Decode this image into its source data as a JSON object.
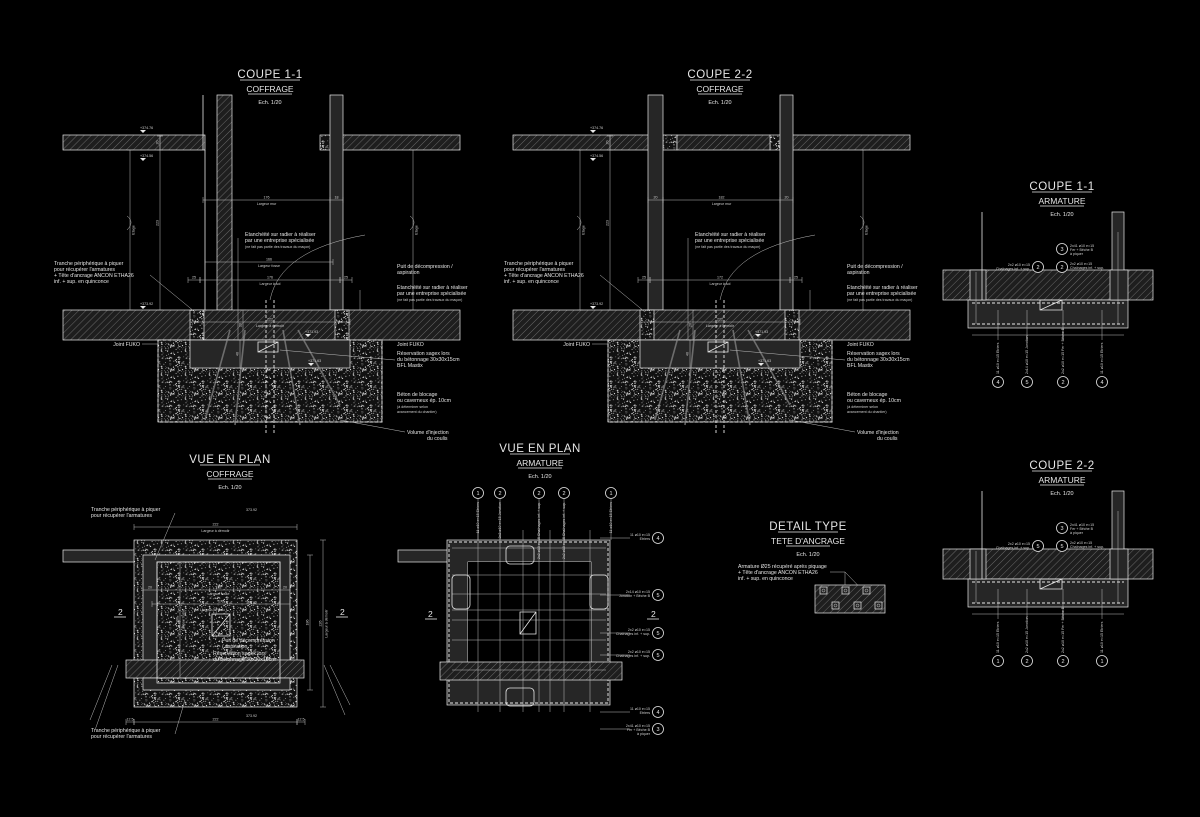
{
  "sheet": {
    "background": "#000000",
    "line_color": "#e8e8e8"
  },
  "coupe_1_1_coffrage": {
    "title": "COUPE 1-1",
    "subtitle": "COFFRAGE",
    "scale": "Ech. 1/20",
    "levels": [
      "+374.76",
      "+374.56",
      "+373.92",
      "+371.93",
      "+371.63"
    ],
    "dims": {
      "wall_a": "",
      "mur": "176",
      "wall_b": "18",
      "fosse": "166",
      "sol": "176",
      "left": "25",
      "right": "25",
      "demolir": "222",
      "hauteur": "223",
      "dalle": "20",
      "radier": "20",
      "prof": "40"
    },
    "labels": {
      "mur": "Largeur mur",
      "fosse": "Largeur fosse",
      "sol": "Largeur à sol",
      "demolir": "Largeur à démolir",
      "etage": "Etage"
    },
    "notes": {
      "tranche": [
        "Tranche périphérique à piquer",
        "pour récupérer l'armatures",
        "+ Tête d'ancrage ANCON ETHA26",
        "inf. + sup. en quinconce"
      ],
      "etancheite1": [
        "Etanchéité sur radier à réaliser",
        "par une entreprise spécialisée",
        "(ne fait pas partie des travaux du maçon)"
      ],
      "puit": [
        "Puit de décompression /",
        "aspiration"
      ],
      "etancheite2": [
        "Etanchéité sur radier à réaliser",
        "par une entreprise spécialisée",
        "(ne fait pas partie des travaux du maçon)"
      ],
      "joint_left": "Joint FUKO",
      "joint_right": "Joint FUKO",
      "reservation": [
        "Réservation sagex lors",
        "du bétonnage 30x30x15cm",
        "BFL Mastix"
      ],
      "beton": [
        "Béton de blocage",
        "ou caverneux ép. 10cm",
        "(à déterminer selon",
        "avancement du chantier)"
      ],
      "volume": [
        "Volume d'injection",
        "du coulis"
      ]
    }
  },
  "coupe_2_2_coffrage": {
    "title": "COUPE 2-2",
    "subtitle": "COFFRAGE",
    "scale": "Ech. 1/20",
    "levels": [
      "+374.76",
      "+374.56",
      "+373.92",
      "+371.93",
      "+371.63"
    ],
    "dims": {
      "wall_a": "20",
      "mur": "182",
      "wall_b": "20",
      "fosse": "",
      "sol": "172",
      "left": "25",
      "right": "25",
      "demolir": "222",
      "hauteur": "223",
      "dalle": "20",
      "radier": "20",
      "prof": "40"
    },
    "labels": {
      "mur": "Largeur mur",
      "fosse": "",
      "sol": "Largeur à sol",
      "demolir": "Largeur à démolir",
      "etage": "Etage"
    },
    "notes": {
      "tranche": [
        "Tranche périphérique à piquer",
        "pour récupérer l'armatures",
        "+ Tête d'ancrage ANCON ETHA26",
        "inf. + sup. en quinconce"
      ],
      "etancheite1": [
        "Etanchéité sur radier à réaliser",
        "par une entreprise spécialisée",
        "(ne fait pas partie des travaux du maçon)"
      ],
      "puit": [
        "Puit de décompression /",
        "aspiration"
      ],
      "etancheite2": [
        "Etanchéité sur radier à réaliser",
        "par une entreprise spécialisée",
        "(ne fait pas partie des travaux du maçon)"
      ],
      "joint_left": "Joint FUKO",
      "joint_right": "Joint FUKO",
      "reservation": [
        "Réservation sagex lors",
        "du bétonnage 30x30x15cm",
        "BFL Mastix"
      ],
      "beton": [
        "Béton de blocage",
        "ou caverneux ép. 10cm",
        "(à déterminer selon",
        "avancement du chantier)"
      ],
      "volume": [
        "Volume d'injection",
        "du coulis"
      ]
    }
  },
  "plan_coffrage": {
    "title": "VUE EN PLAN",
    "subtitle": "COFFRAGE",
    "scale": "Ech. 1/20",
    "tranche_top": [
      "Tranche périphérique à piquer",
      "pour récupérer l'armatures"
    ],
    "tranche_bottom": [
      "Tranche périphérique à piquer",
      "pour récupérer l'armatures"
    ],
    "dims": {
      "top": "222",
      "fosse": "182",
      "sol": "172",
      "bottom": "222",
      "marg_l": "12.5",
      "marg_r": "12.5",
      "h1": "186",
      "h2": "226",
      "hf": "166",
      "w20a": "20",
      "w20b": "20"
    },
    "labels": {
      "demolir_top": "Largeur à démolir",
      "fosse": "Largeur fosse",
      "trou": "Largeur de trou",
      "demolir_side": "Largeur à démolir",
      "fosse_side": "Largeur fosse"
    },
    "notes": {
      "puit": [
        "Puit de décompression",
        "/ aspiration"
      ],
      "reservation": [
        "Réservation sagex lors",
        "du bétonnage 30x30x15cm"
      ]
    },
    "section_marks": [
      "2",
      "2"
    ],
    "levels": [
      "373.92",
      "373.92",
      "373.92"
    ]
  },
  "plan_armature": {
    "title": "VUE EN PLAN",
    "subtitle": "ARMATURE",
    "scale": "Ech. 1/20",
    "top_marks": [
      {
        "num": "1",
        "text": "11 ø10 e=15 Etriers"
      },
      {
        "num": "2",
        "text": "2x2 ø10 e=15 Jonction"
      },
      {
        "num": "2",
        "text": "2x2 ø10 e=15 Chaînages inf. + sup."
      },
      {
        "num": "2",
        "text": "2x2 ø10 e=15 Chaînages inf. + sup."
      },
      {
        "num": "1",
        "text": "11 ø10 e=15 Etriers"
      }
    ],
    "side_marks": [
      {
        "num": "4",
        "text": [
          "11 ø10 e=15",
          "Etriers"
        ]
      },
      {
        "num": "5",
        "text": [
          "2x14 ø10 e=15",
          "Jonction + Bêche B"
        ]
      },
      {
        "num": "5",
        "text": [
          "2x2 ø10 e=15",
          "Chaînages inf. + sup."
        ]
      },
      {
        "num": "5",
        "text": [
          "2x2 ø10 e=15",
          "Chaînages inf. + sup."
        ]
      },
      {
        "num": "4",
        "text": [
          "11 ø10 e=15",
          "Etriers"
        ]
      },
      {
        "num": "3",
        "text": [
          "2x41 ø10 e=15",
          "Fer + Bêche B",
          "à piquer"
        ]
      }
    ],
    "section_marks": [
      "2",
      "2"
    ]
  },
  "detail_type": {
    "title": "DETAIL TYPE",
    "subtitle": "TETE D'ANCRAGE",
    "scale": "Ech. 1/20",
    "note": [
      "Armature Ø25 récupéré après piquage",
      "+ Tête d'ancrage ANCON ETHA26",
      "inf. + sup. en quinconce"
    ]
  },
  "coupe_1_1_armature": {
    "title": "COUPE 1-1",
    "subtitle": "ARMATURE",
    "scale": "Ech. 1/20",
    "top_marks": [
      {
        "num": "3",
        "text": [
          "2x41 ø10 e=15",
          "Fer + Bêche B",
          "à piquer"
        ]
      },
      {
        "num": "2",
        "text": [
          "2x2 ø10 e=15",
          "Chaînages inf. + sup."
        ]
      },
      {
        "num": "2",
        "text": [
          "2x2 ø10 e=15",
          "Chaînages inf. + sup."
        ]
      }
    ],
    "bottom_marks": [
      {
        "num": "4",
        "text": "11 ø10 e=15 Etriers"
      },
      {
        "num": "5",
        "text": "2x14 ø10 e=15 Jonction"
      },
      {
        "num": "2",
        "text": "2x2 ø10 e=15 Fer + Bêche B"
      },
      {
        "num": "4",
        "text": "11 ø10 e=15 Etriers"
      }
    ]
  },
  "coupe_2_2_armature": {
    "title": "COUPE 2-2",
    "subtitle": "ARMATURE",
    "scale": "Ech. 1/20",
    "top_marks": [
      {
        "num": "3",
        "text": [
          "2x41 ø10 e=15",
          "Fer + Bêche B",
          "à piquer"
        ]
      },
      {
        "num": "5",
        "text": [
          "2x2 ø10 e=15",
          "Chaînages inf. + sup."
        ]
      },
      {
        "num": "5",
        "text": [
          "2x2 ø10 e=15",
          "Chaînages inf. + sup."
        ]
      }
    ],
    "bottom_marks": [
      {
        "num": "1",
        "text": "11 ø10 e=15 Etriers"
      },
      {
        "num": "2",
        "text": "2x2 ø10 e=15 Jonction"
      },
      {
        "num": "2",
        "text": "2x2 ø10 e=15 Fer + Bêche B"
      },
      {
        "num": "1",
        "text": "11 ø10 e=15 Etriers"
      }
    ]
  }
}
